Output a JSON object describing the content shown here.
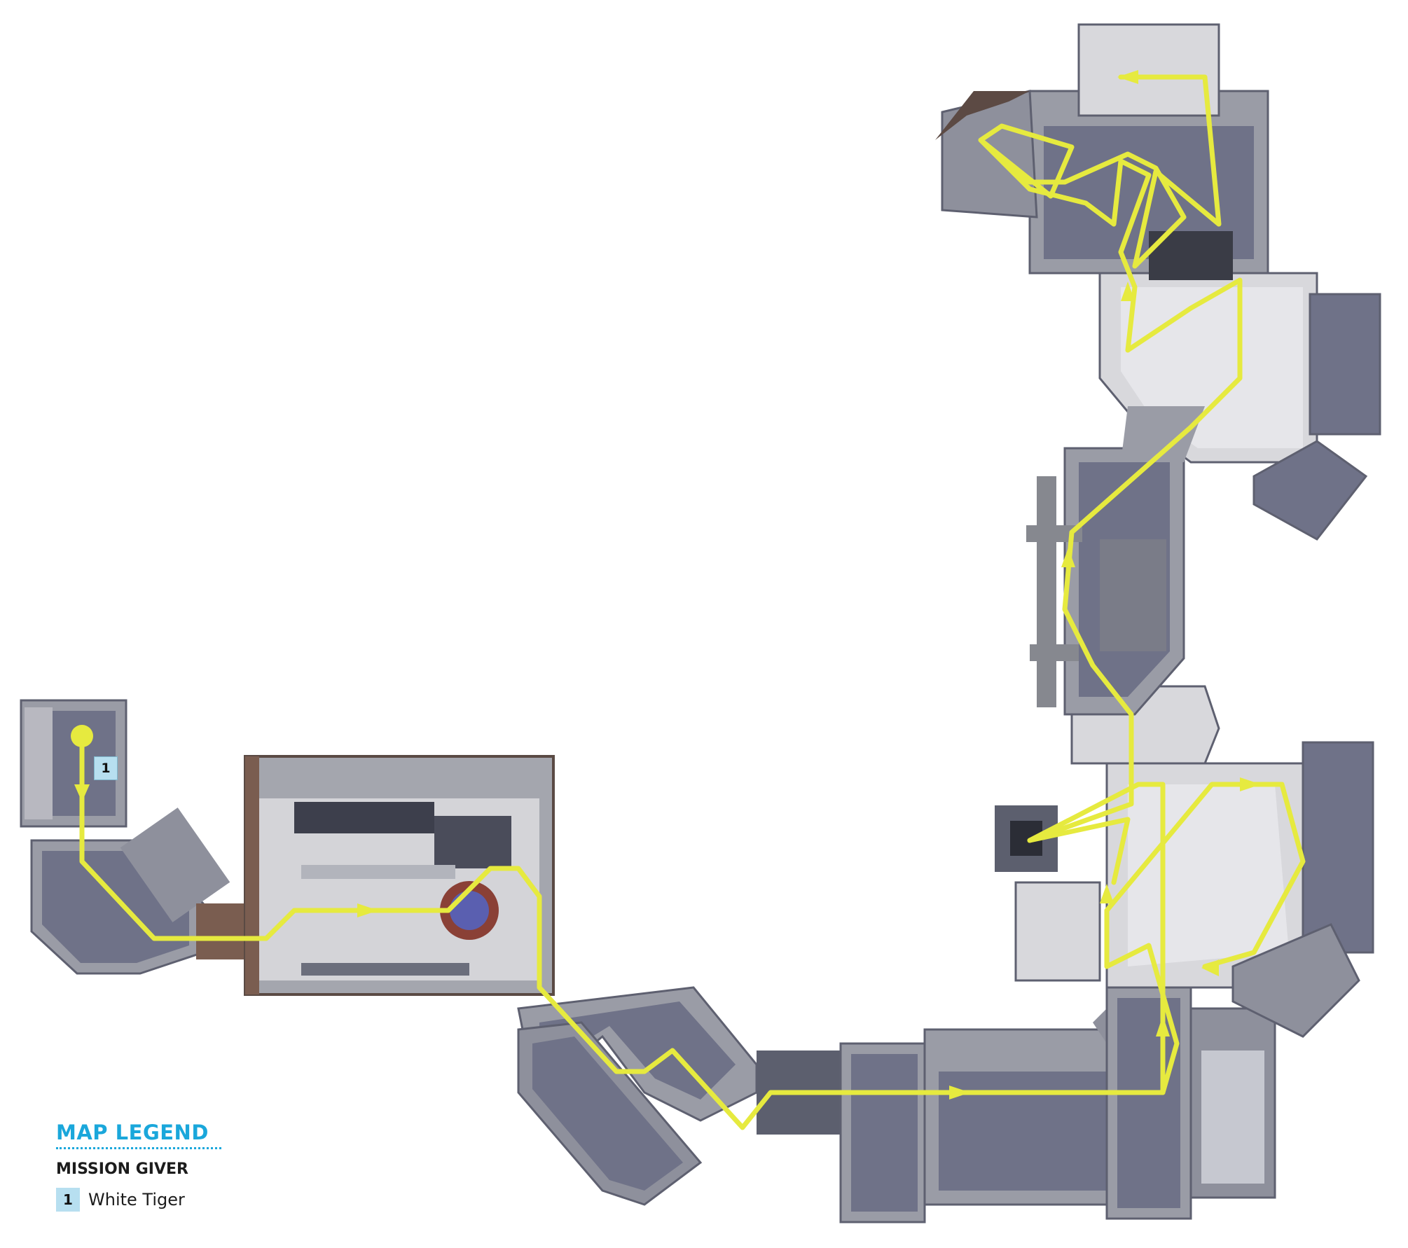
{
  "legend": {
    "title": "MAP LEGEND",
    "section": "MISSION GIVER",
    "items": [
      {
        "number": "1",
        "label": "White Tiger"
      }
    ]
  },
  "markers": [
    {
      "number": "1",
      "label": "White Tiger"
    }
  ],
  "colors": {
    "route": "#e6ea3f",
    "floor": "#6f7288",
    "wall": "#9a9ca6",
    "light_floor": "#d8d8dc",
    "legend_accent": "#1aa7db",
    "marker_fill": "#b7dff0"
  }
}
